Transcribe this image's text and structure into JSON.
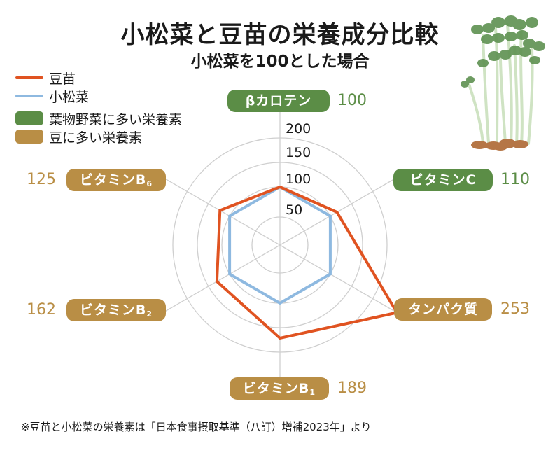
{
  "title": "小松菜と豆苗の栄養成分比較",
  "subtitle": "小松菜を100とした場合",
  "legend": {
    "series": [
      {
        "label": "豆苗",
        "color": "#e05321"
      },
      {
        "label": "小松菜",
        "color": "#8eb9e0"
      }
    ],
    "categories": [
      {
        "label": "葉物野菜に多い栄養素",
        "color": "#5b8d46"
      },
      {
        "label": "豆に多い栄養素",
        "color": "#b98e45"
      }
    ]
  },
  "axes": [
    {
      "label": "βカロテン",
      "sub": "",
      "value": "100",
      "group": "leafy"
    },
    {
      "label": "ビタミンC",
      "sub": "",
      "value": "110",
      "group": "leafy"
    },
    {
      "label": "タンパク質",
      "sub": "",
      "value": "253",
      "group": "bean"
    },
    {
      "label": "ビタミンB",
      "sub": "1",
      "value": "189",
      "group": "bean"
    },
    {
      "label": "ビタミンB",
      "sub": "2",
      "value": "162",
      "group": "bean"
    },
    {
      "label": "ビタミンB",
      "sub": "6",
      "value": "125",
      "group": "bean"
    }
  ],
  "ticks": [
    "200",
    "150",
    "100",
    "50"
  ],
  "footnote": "※豆苗と小松菜の栄養素は「日本食事摂取基準（八訂）増補2023年」より",
  "chart_data": {
    "type": "radar",
    "title": "小松菜と豆苗の栄養成分比較",
    "subtitle": "小松菜を100とした場合",
    "categories": [
      "βカロテン",
      "ビタミンC",
      "タンパク質",
      "ビタミンB1",
      "ビタミンB2",
      "ビタミンB6"
    ],
    "series": [
      {
        "name": "豆苗",
        "values": [
          100,
          110,
          253,
          189,
          162,
          125
        ],
        "color": "#e05321"
      },
      {
        "name": "小松菜",
        "values": [
          100,
          100,
          100,
          100,
          100,
          100
        ],
        "color": "#8eb9e0"
      }
    ],
    "rings": [
      50,
      100,
      150,
      200
    ],
    "rlim": [
      0,
      200
    ],
    "category_groups": {
      "葉物野菜に多い栄養素": [
        "βカロテン",
        "ビタミンC"
      ],
      "豆に多い栄養素": [
        "タンパク質",
        "ビタミンB1",
        "ビタミンB2",
        "ビタミンB6"
      ]
    },
    "grid": true,
    "legend_position": "top-left",
    "plot_radius_px": {
      "ring_radii": [
        40,
        83,
        118,
        153
      ],
      "豆苗": [
        83,
        94,
        193,
        133,
        104,
        99
      ],
      "小松菜": [
        83,
        83,
        83,
        83,
        83,
        83
      ]
    }
  }
}
